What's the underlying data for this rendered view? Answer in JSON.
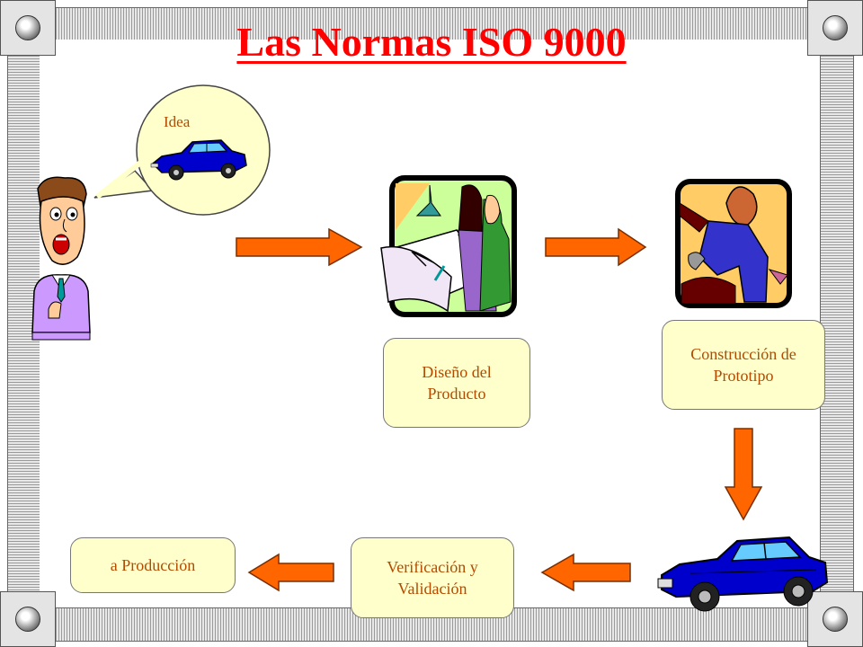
{
  "title": "Las Normas ISO 9000",
  "bubble": {
    "label": "Idea"
  },
  "steps": {
    "design": "Diseño  del Producto",
    "prototype": "Construcción de Prototipo",
    "verification": "Verificación y Validación",
    "production": "a Producción"
  },
  "colors": {
    "title": "#ff0000",
    "arrow": "#ff6600",
    "box_fill": "#ffffcc",
    "box_text": "#b34a00",
    "car": "#0000cc"
  },
  "icons": [
    "man-icon",
    "idea-car-icon",
    "design-clipart-icon",
    "construction-clipart-icon",
    "car-icon"
  ]
}
